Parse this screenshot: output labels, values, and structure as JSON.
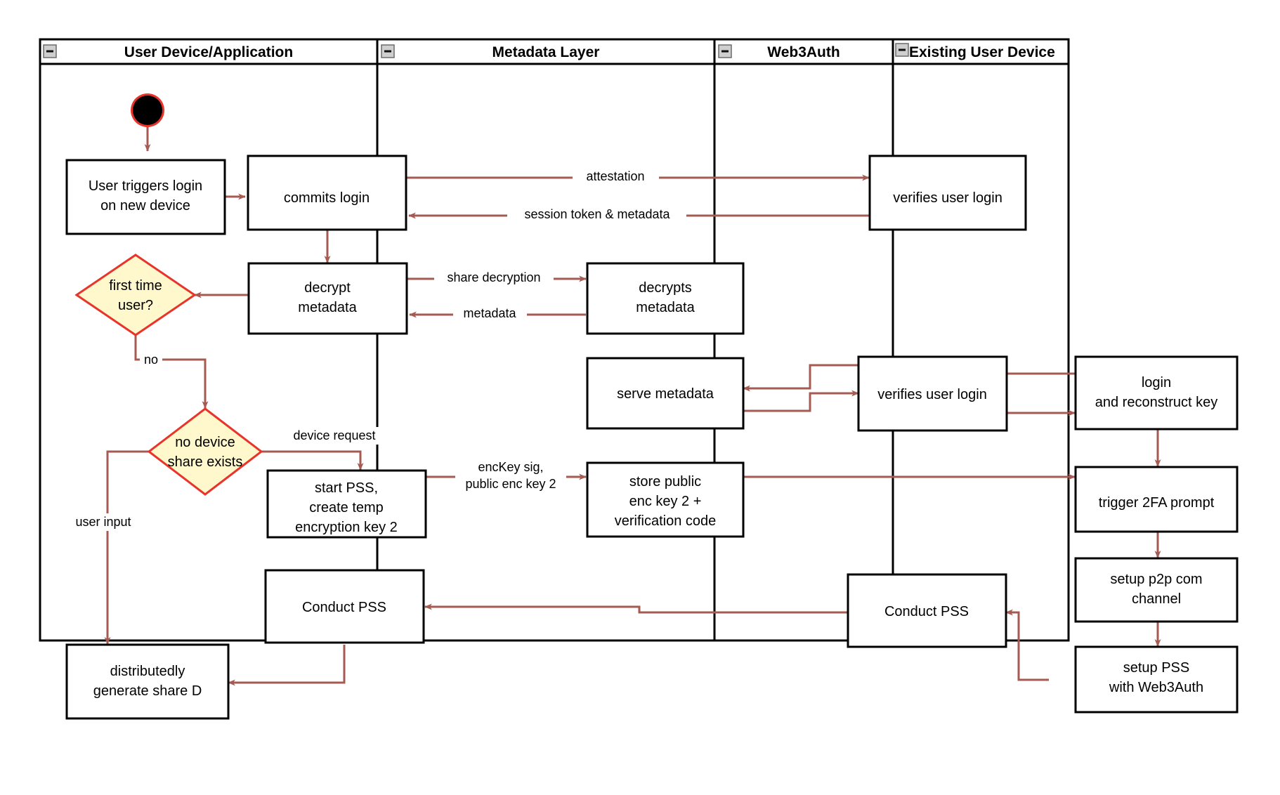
{
  "diagram": {
    "title": "Web3Auth new-device login activity diagram",
    "type": "swimlane-activity-diagram",
    "colors": {
      "edge": "#a55a52",
      "decision_fill": "#fff8cc",
      "decision_stroke": "#e8342a",
      "node_stroke": "#000000",
      "node_fill": "#ffffff",
      "start_node_ring": "#e8342a",
      "start_node_fill": "#000000",
      "background": "#ffffff"
    }
  },
  "lanes": [
    {
      "id": "lane-user-device",
      "label": "User Device/Application",
      "collapse_icon": "minus-collapse-icon"
    },
    {
      "id": "lane-metadata",
      "label": "Metadata Layer",
      "collapse_icon": "minus-collapse-icon"
    },
    {
      "id": "lane-web3auth",
      "label": "Web3Auth",
      "collapse_icon": "minus-collapse-icon"
    },
    {
      "id": "lane-existing-device",
      "label": "Existing User Device",
      "collapse_icon": "minus-collapse-icon"
    }
  ],
  "nodes": [
    {
      "id": "start",
      "lane": "lane-user-device",
      "shape": "start",
      "label": ""
    },
    {
      "id": "n-user-triggers",
      "lane": "lane-user-device",
      "shape": "rect",
      "lines": [
        "User triggers login",
        "on new device"
      ]
    },
    {
      "id": "n-commits-login",
      "lane": "lane-user-device",
      "shape": "rect",
      "lines": [
        "commits login"
      ]
    },
    {
      "id": "n-decrypt-metadata",
      "lane": "lane-user-device",
      "shape": "rect",
      "lines": [
        "decrypt",
        "metadata"
      ]
    },
    {
      "id": "n-first-time-user",
      "lane": "lane-user-device",
      "shape": "diamond",
      "lines": [
        "first time",
        "user?"
      ]
    },
    {
      "id": "n-no-device-share",
      "lane": "lane-user-device",
      "shape": "diamond",
      "lines": [
        "no device",
        "share exists"
      ]
    },
    {
      "id": "n-start-pss",
      "lane": "lane-user-device",
      "shape": "rect",
      "lines": [
        "start PSS,",
        "create temp",
        "encryption key 2"
      ]
    },
    {
      "id": "n-conduct-pss-user",
      "lane": "lane-user-device",
      "shape": "rect",
      "lines": [
        "Conduct PSS"
      ]
    },
    {
      "id": "n-generate-share-d",
      "lane": "lane-user-device",
      "shape": "rect",
      "lines": [
        "distributedly",
        "generate share D"
      ]
    },
    {
      "id": "n-decrypts-metadata",
      "lane": "lane-metadata",
      "shape": "rect",
      "lines": [
        "decrypts",
        "metadata"
      ]
    },
    {
      "id": "n-serve-metadata",
      "lane": "lane-metadata",
      "shape": "rect",
      "lines": [
        "serve metadata"
      ]
    },
    {
      "id": "n-store-public-key",
      "lane": "lane-metadata",
      "shape": "rect",
      "lines": [
        "store public",
        "enc key 2 +",
        "verification code"
      ]
    },
    {
      "id": "n-verifies-login-1",
      "lane": "lane-web3auth",
      "shape": "rect",
      "lines": [
        "verifies user login"
      ]
    },
    {
      "id": "n-verifies-login-2",
      "lane": "lane-web3auth",
      "shape": "rect",
      "lines": [
        "verifies user login"
      ]
    },
    {
      "id": "n-conduct-pss-web3auth",
      "lane": "lane-web3auth",
      "shape": "rect",
      "lines": [
        "Conduct PSS"
      ]
    },
    {
      "id": "n-login-reconstruct",
      "lane": "lane-existing-device",
      "shape": "rect",
      "lines": [
        "login",
        "and reconstruct key"
      ]
    },
    {
      "id": "n-trigger-2fa",
      "lane": "lane-existing-device",
      "shape": "rect",
      "lines": [
        "trigger 2FA prompt"
      ]
    },
    {
      "id": "n-setup-p2p",
      "lane": "lane-existing-device",
      "shape": "rect",
      "lines": [
        "setup p2p com",
        "channel"
      ]
    },
    {
      "id": "n-setup-pss-web3auth",
      "lane": "lane-existing-device",
      "shape": "rect",
      "lines": [
        "setup PSS",
        "with Web3Auth"
      ]
    }
  ],
  "edge_labels": [
    {
      "id": "lbl-attestation",
      "text": "attestation"
    },
    {
      "id": "lbl-session-token",
      "text": "session token & metadata"
    },
    {
      "id": "lbl-share-decryption",
      "text": "share decryption"
    },
    {
      "id": "lbl-metadata",
      "text": "metadata"
    },
    {
      "id": "lbl-no",
      "text": "no"
    },
    {
      "id": "lbl-device-request",
      "text": "device request"
    },
    {
      "id": "lbl-user-input",
      "text": "user input"
    },
    {
      "id": "lbl-enckey-sig-1",
      "text": "encKey sig,"
    },
    {
      "id": "lbl-enckey-sig-2",
      "text": "public enc key 2"
    }
  ]
}
